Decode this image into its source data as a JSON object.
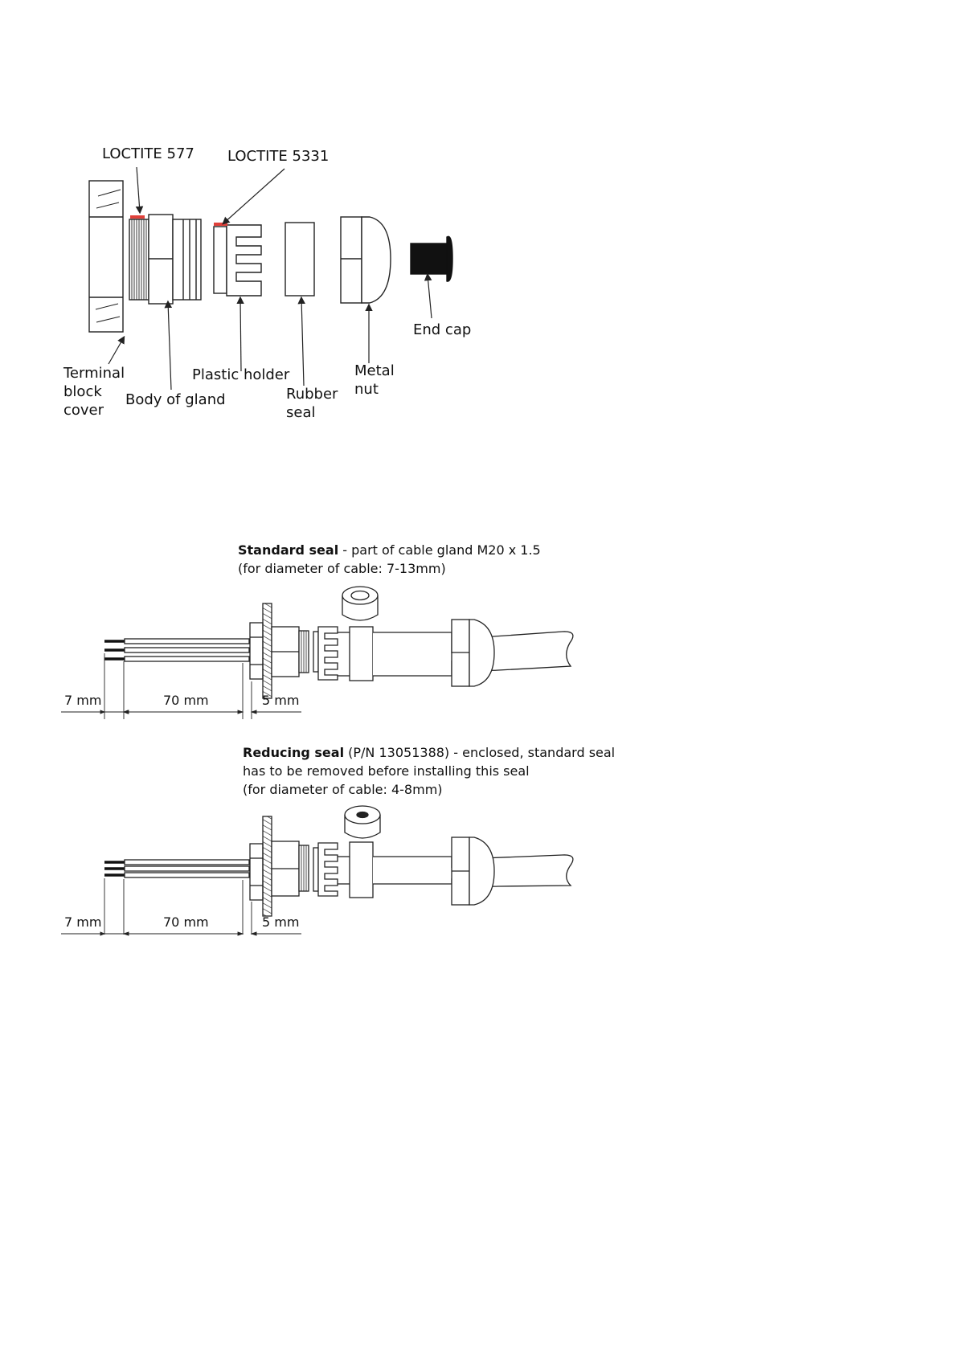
{
  "exploded_view": {
    "labels": {
      "loctite_577": "LOCTITE 577",
      "loctite_5331": "LOCTITE 5331",
      "end_cap": "End cap",
      "terminal_block_cover_1": "Terminal",
      "terminal_block_cover_2": "block",
      "terminal_block_cover_3": "cover",
      "body_of_gland": "Body of gland",
      "plastic_holder": "Plastic holder",
      "rubber_seal_1": "Rubber",
      "rubber_seal_2": "seal",
      "metal_nut_1": "Metal",
      "metal_nut_2": "nut"
    },
    "colors": {
      "sealant": "#e0403a",
      "line": "#222222",
      "end_cap": "#111111"
    }
  },
  "standard_seal": {
    "title_bold": "Standard  seal",
    "title_rest": " - part of cable gland M20 x 1.5",
    "line2": "(for diameter of cable: 7-13mm)",
    "dims": {
      "strip": "7 mm",
      "wires": "70 mm",
      "thickness": "5 mm"
    }
  },
  "reducing_seal": {
    "title_bold": "Reducing  seal",
    "title_rest": " (P/N 13051388) - enclosed, standard seal",
    "line2": "has to be removed before installing this seal",
    "line3": "(for diameter of cable: 4-8mm)",
    "dims": {
      "strip": "7 mm",
      "wires": "70 mm",
      "thickness": "5 mm"
    }
  }
}
